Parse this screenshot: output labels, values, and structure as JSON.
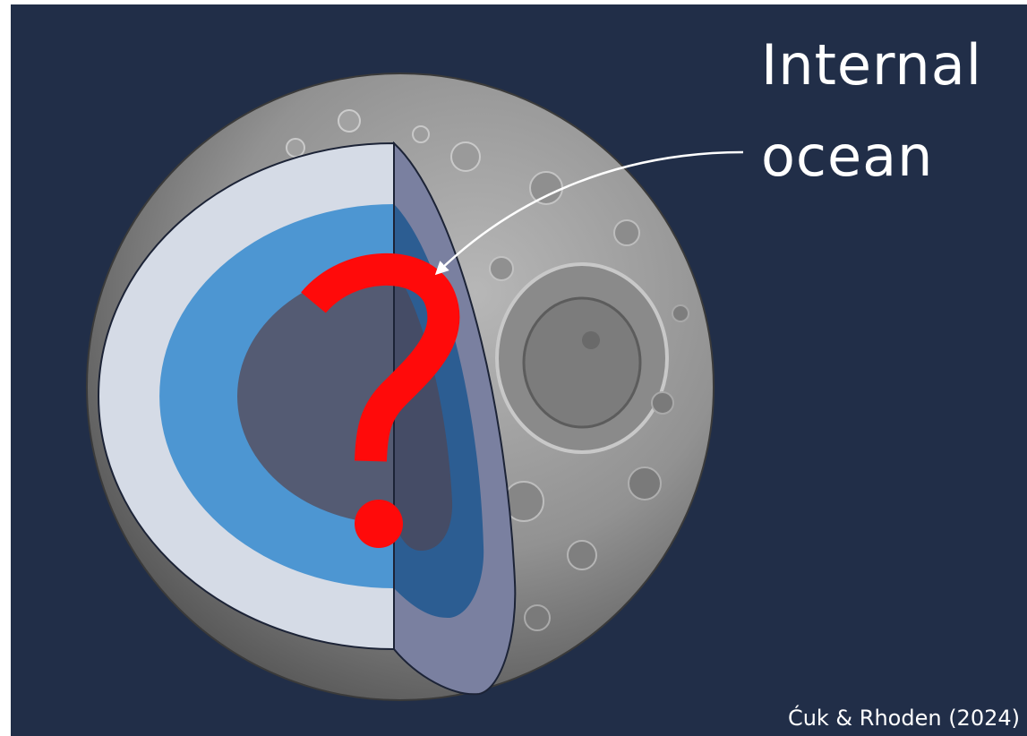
{
  "annotation": {
    "line1": "Internal",
    "line2": "ocean"
  },
  "credit": "Ćuk & Rhoden (2024)",
  "colors": {
    "background": "#212e48",
    "surface": "#8d8d8d",
    "ice_shell": "#d5dbe6",
    "ocean": "#4d96d2",
    "ocean_side": "#2c5d92",
    "core": "#545b73",
    "question_mark": "#ff0a0a",
    "arrow": "#ffffff"
  },
  "icons": {
    "question": "question-mark-icon",
    "arrow": "arrow-icon"
  }
}
